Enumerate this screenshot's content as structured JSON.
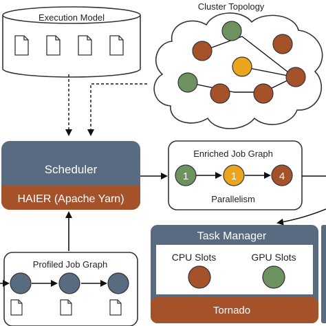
{
  "execution_model": {
    "title": "Execution Model"
  },
  "cluster": {
    "title": "Cluster Topology"
  },
  "scheduler": {
    "title": "Scheduler",
    "subtitle": "HAIER (Apache Yarn)"
  },
  "enriched_graph": {
    "title": "Enriched Job Graph",
    "caption": "Parallelism",
    "nodes": [
      "1",
      "1",
      "4"
    ]
  },
  "task_manager": {
    "title": "Task Manager",
    "cpu_label": "CPU Slots",
    "gpu_label": "GPU Slots",
    "footer": "Tornado"
  },
  "profiled_graph": {
    "title": "Profiled Job Graph"
  },
  "colors": {
    "slate": "#586b80",
    "rust": "#a5522a",
    "green": "#6e9160",
    "amber": "#eaa51c"
  }
}
